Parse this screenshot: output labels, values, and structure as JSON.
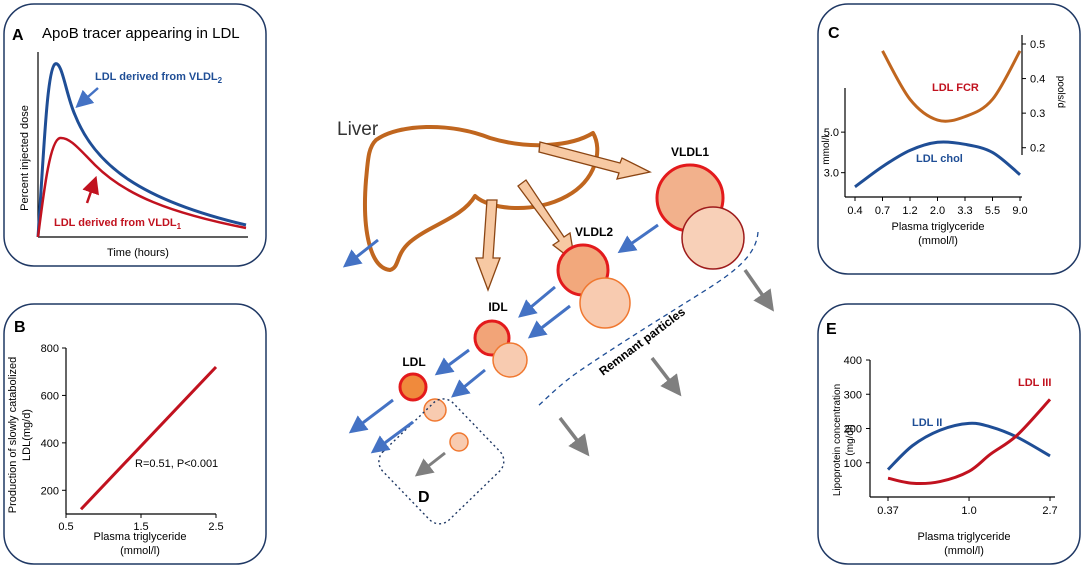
{
  "panels": {
    "A": {
      "letter": "A",
      "title": "ApoB tracer appearing in LDL",
      "ylabel": "Percent injected dose",
      "xlabel": "Time (hours)",
      "curve_labels": {
        "vldl2": "LDL derived from VLDL",
        "vldl2_sub": "2",
        "vldl1": "LDL derived from VLDL",
        "vldl1_sub": "1"
      },
      "colors": {
        "vldl2": "#1f4e96",
        "vldl1": "#c1121f"
      }
    },
    "B": {
      "letter": "B",
      "ylabel_line1": "Production of slowly catabolized",
      "ylabel_line2": "LDL(mg/d)",
      "xlabel_line1": "Plasma triglyceride",
      "xlabel_line2": "(mmol/l)",
      "annotation": "R=0.51, P<0.001"
    },
    "C": {
      "letter": "C",
      "left_ylabel": "mmol/l",
      "right_ylabel": "pools/d",
      "xlabel_line1": "Plasma triglyceride",
      "xlabel_line2": "(mmol/l)",
      "series_fcr": "LDL FCR",
      "series_chol": "LDL chol",
      "colors": {
        "fcr": "#c0661f",
        "chol": "#1f4e96"
      }
    },
    "D": {
      "letter": "D"
    },
    "E": {
      "letter": "E",
      "ylabel_line1": "Lipoprotein  concentration",
      "ylabel_line2": "(mg/dl)",
      "xlabel_line1": "Plasma triglyceride",
      "xlabel_line2": "(mmol/l)",
      "series_ldl2": "LDL II",
      "series_ldl3": "LDL III",
      "colors": {
        "ldl2": "#1f4e96",
        "ldl3": "#c1121f"
      }
    }
  },
  "center": {
    "liver": "Liver",
    "vldl1": "VLDL1",
    "vldl2": "VLDL2",
    "idl": "IDL",
    "ldl": "LDL",
    "remnant": "Remnant particles"
  },
  "chart_data": [
    {
      "type": "line",
      "panel": "B",
      "xlabel": "Plasma triglyceride (mmol/l)",
      "ylabel": "Production of slowly catabolized LDL(mg/d)",
      "x_ticks": [
        "0.5",
        "1.5",
        "2.5"
      ],
      "y_ticks": [
        "200",
        "400",
        "600",
        "800"
      ],
      "xlim": [
        0.5,
        2.5
      ],
      "ylim": [
        100,
        800
      ],
      "series": [
        {
          "x": [
            0.7,
            2.5
          ],
          "y": [
            120,
            720
          ]
        }
      ]
    },
    {
      "type": "line",
      "panel": "C",
      "xlabel": "Plasma triglyceride (mmol/l)",
      "ylabel": "mmol/l",
      "y2label": "pools/d",
      "x_ticks": [
        "0.4",
        "0.7",
        "1.2",
        "2.0",
        "3.3",
        "5.5",
        "9.0"
      ],
      "y_ticks": [
        "3.0",
        "5.0"
      ],
      "y2_ticks": [
        "0.2",
        "0.3",
        "0.4",
        "0.5"
      ],
      "series": [
        {
          "name": "LDL FCR",
          "axis": "right",
          "x": [
            0.7,
            1.2,
            2.0,
            3.3,
            5.5,
            9.0
          ],
          "y": [
            0.48,
            0.34,
            0.28,
            0.29,
            0.34,
            0.48
          ]
        },
        {
          "name": "LDL chol",
          "axis": "left",
          "x": [
            0.4,
            0.7,
            1.2,
            2.0,
            3.3,
            5.5,
            9.0
          ],
          "y": [
            2.3,
            3.3,
            4.1,
            4.5,
            4.4,
            4.0,
            2.9
          ]
        }
      ]
    },
    {
      "type": "line",
      "panel": "E",
      "xlabel": "Plasma triglyceride (mmol/l)",
      "ylabel": "Lipoprotein concentration (mg/dl)",
      "x_ticks": [
        "0.37",
        "1.0",
        "2.7"
      ],
      "y_ticks": [
        "100",
        "200",
        "300",
        "400"
      ],
      "ylim": [
        0,
        400
      ],
      "series": [
        {
          "name": "LDL II",
          "x": [
            0.37,
            0.5,
            0.7,
            1.0,
            1.3,
            1.8,
            2.7
          ],
          "y": [
            80,
            150,
            195,
            215,
            205,
            175,
            120
          ]
        },
        {
          "name": "LDL III",
          "x": [
            0.37,
            0.5,
            0.7,
            1.0,
            1.3,
            1.8,
            2.7
          ],
          "y": [
            55,
            40,
            45,
            75,
            125,
            180,
            285
          ]
        }
      ]
    }
  ]
}
